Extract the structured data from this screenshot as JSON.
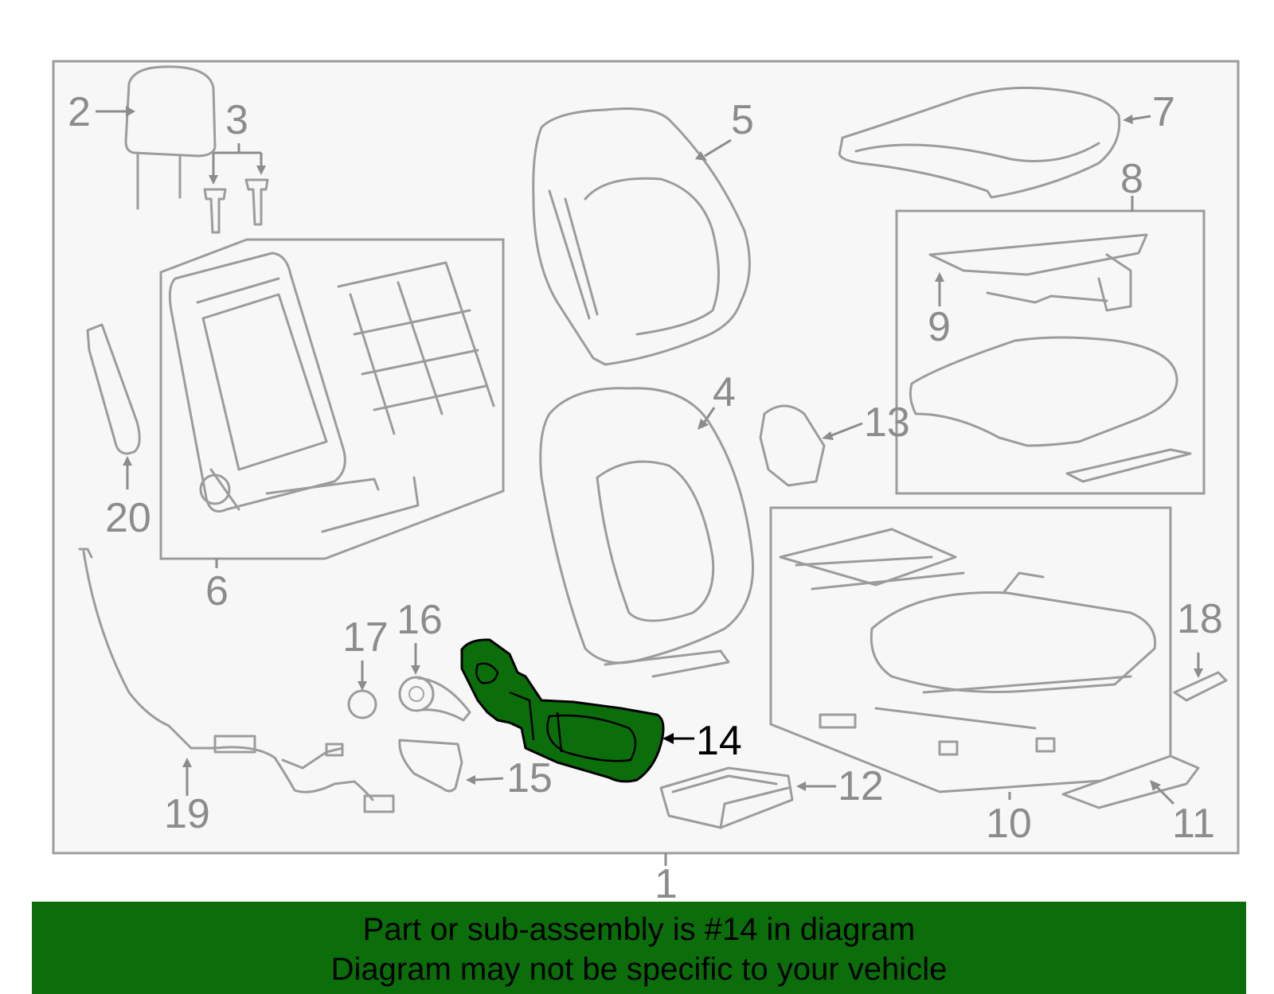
{
  "highlight_color": "#0b6e0b",
  "diagram": {
    "callouts": [
      "1",
      "2",
      "3",
      "4",
      "5",
      "6",
      "7",
      "8",
      "9",
      "10",
      "11",
      "12",
      "13",
      "14",
      "15",
      "16",
      "17",
      "18",
      "19",
      "20"
    ],
    "highlighted_callout": "14"
  },
  "banner": {
    "line1": "Part or sub-assembly is #14 in diagram",
    "line2": "Diagram may not be specific to your vehicle"
  }
}
